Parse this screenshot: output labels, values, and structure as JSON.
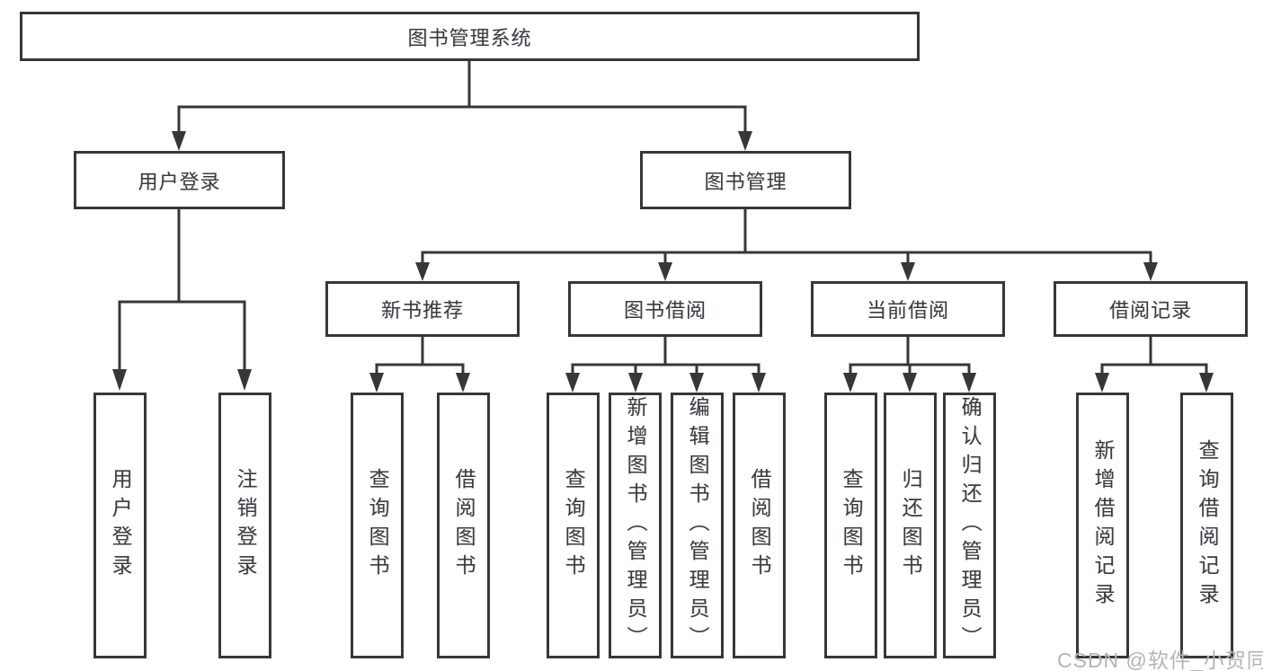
{
  "colors": {
    "line": "#373737",
    "node_text": "#3c3c3c",
    "background": "#ffffff",
    "watermark": "#b4b4b4"
  },
  "watermark": {
    "text": "CSDN @软件_小贺同学"
  },
  "tree": {
    "root": {
      "label": "图书管理系统",
      "children": [
        {
          "label": "用户登录",
          "children": [
            {
              "label": "用户登录"
            },
            {
              "label": "注销登录"
            }
          ]
        },
        {
          "label": "图书管理",
          "children": [
            {
              "label": "新书推荐",
              "children": [
                {
                  "label": "查询图书"
                },
                {
                  "label": "借阅图书"
                }
              ]
            },
            {
              "label": "图书借阅",
              "children": [
                {
                  "label": "查询图书"
                },
                {
                  "label": "新增图书（管理员）"
                },
                {
                  "label": "编辑图书（管理员）"
                },
                {
                  "label": "借阅图书"
                }
              ]
            },
            {
              "label": "当前借阅",
              "children": [
                {
                  "label": "查询图书"
                },
                {
                  "label": "归还图书"
                },
                {
                  "label": "确认归还（管理员）"
                }
              ]
            },
            {
              "label": "借阅记录",
              "children": [
                {
                  "label": "新增借阅记录"
                },
                {
                  "label": "查询借阅记录"
                }
              ]
            }
          ]
        }
      ]
    }
  }
}
